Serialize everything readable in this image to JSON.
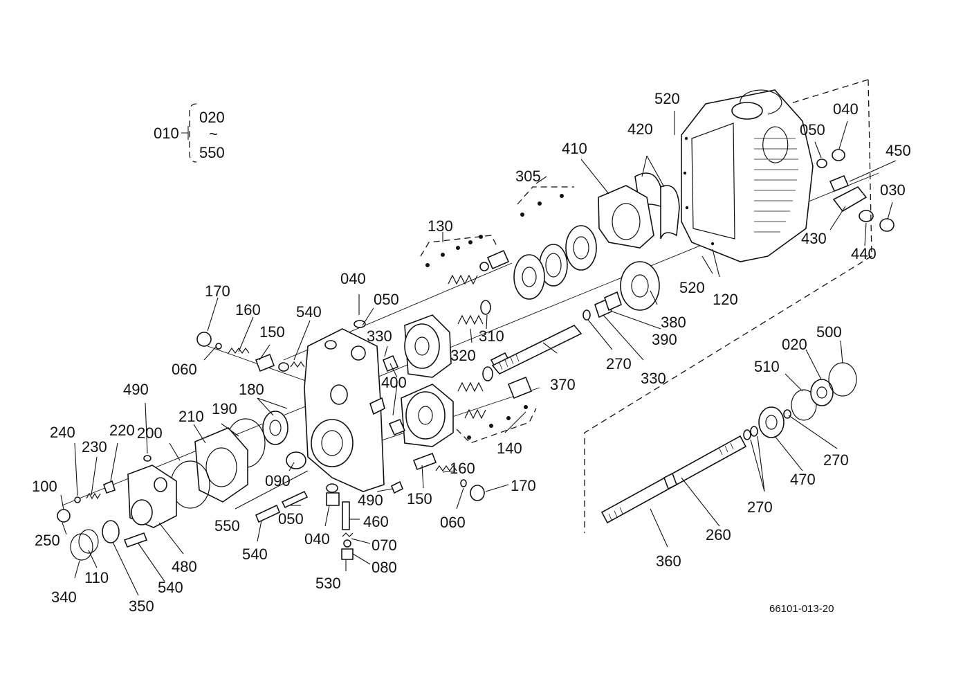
{
  "drawing_code": "66101-013-20",
  "assembly": {
    "parent": "010",
    "range_start": "020",
    "range_symbol": "~",
    "range_end": "550"
  },
  "callouts": {
    "c520a": "520",
    "c040a": "040",
    "c050a": "050",
    "c420": "420",
    "c410": "410",
    "c450": "450",
    "c030": "030",
    "c430": "430",
    "c440": "440",
    "c520b": "520",
    "c120": "120",
    "c305": "305",
    "c130": "130",
    "c380": "380",
    "c390": "390",
    "c330a": "330",
    "c270a": "270",
    "c370": "370",
    "c310": "310",
    "c320": "320",
    "c040b": "040",
    "c050b": "050",
    "c330b": "330",
    "c400": "400",
    "c170a": "170",
    "c160a": "160",
    "c150a": "150",
    "c540a": "540",
    "c060a": "060",
    "c180": "180",
    "c190": "190",
    "c210": "210",
    "c200": "200",
    "c490a": "490",
    "c240": "240",
    "c230": "230",
    "c220": "220",
    "c100": "100",
    "c250": "250",
    "c340": "340",
    "c110": "110",
    "c350": "350",
    "c480": "480",
    "c540b": "540",
    "c090": "090",
    "c550": "550",
    "c540c": "540",
    "c050c": "050",
    "c040c": "040",
    "c490b": "490",
    "c460": "460",
    "c070": "070",
    "c080": "080",
    "c530": "530",
    "c150b": "150",
    "c160b": "160",
    "c170b": "170",
    "c060b": "060",
    "c140": "140",
    "c500": "500",
    "c020": "020",
    "c510": "510",
    "c270b": "270",
    "c470": "470",
    "c270c": "270",
    "c260": "260",
    "c360": "360"
  }
}
